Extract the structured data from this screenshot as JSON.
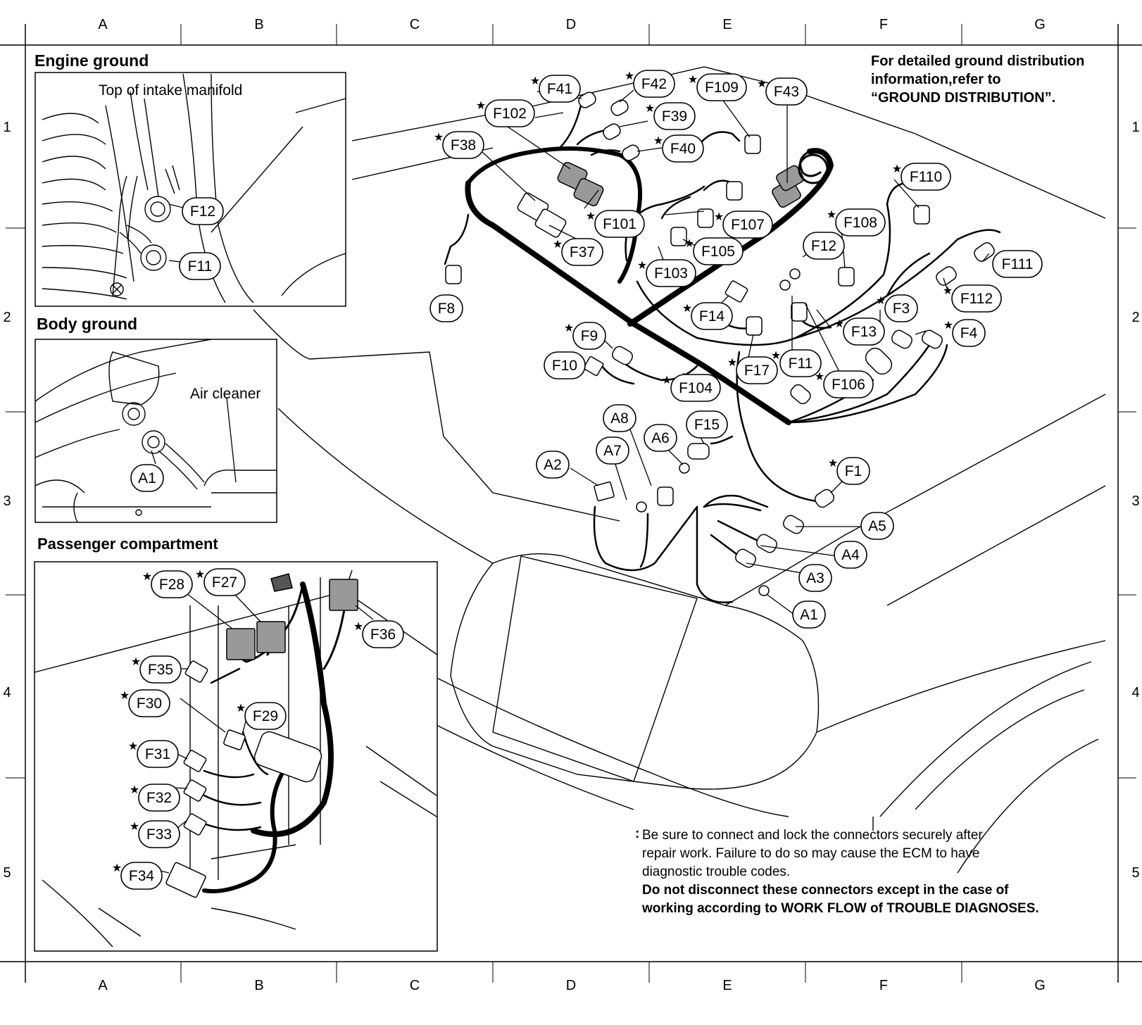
{
  "grid": {
    "columns": [
      "A",
      "B",
      "C",
      "D",
      "E",
      "F",
      "G"
    ],
    "rows": [
      "1",
      "2",
      "3",
      "4",
      "5"
    ]
  },
  "insets": {
    "engine_ground": {
      "title": "Engine ground",
      "caption": "Top of intake manifold"
    },
    "body_ground": {
      "title": "Body ground",
      "caption": "Air cleaner"
    },
    "passenger": {
      "title": "Passenger compartment"
    }
  },
  "reference_note": [
    "For detailed ground distribution",
    "information,refer to",
    "“GROUND DISTRIBUTION”."
  ],
  "footer_note": {
    "marker": ":",
    "lines": [
      "Be sure to connect and lock the connectors securely after",
      "repair work. Failure to do so may cause the ECM to have",
      "diagnostic trouble codes.",
      "Do not disconnect these connectors except in the case of",
      "working according to WORK FLOW of TROUBLE DIAGNOSES."
    ]
  },
  "connectors": {
    "F41": {
      "label": "F41",
      "star": true
    },
    "F42": {
      "label": "F42",
      "star": true
    },
    "F109": {
      "label": "F109",
      "star": true
    },
    "F43": {
      "label": "F43",
      "star": true
    },
    "F102": {
      "label": "F102",
      "star": true
    },
    "F39": {
      "label": "F39",
      "star": true
    },
    "F38": {
      "label": "F38",
      "star": true
    },
    "F40": {
      "label": "F40",
      "star": true
    },
    "F110": {
      "label": "F110",
      "star": true
    },
    "F101": {
      "label": "F101",
      "star": true
    },
    "F107": {
      "label": "F107",
      "star": true
    },
    "F108": {
      "label": "F108",
      "star": true
    },
    "F37": {
      "label": "F37",
      "star": true
    },
    "F105": {
      "label": "F105",
      "star": true
    },
    "F12": {
      "label": "F12",
      "star": false
    },
    "F111": {
      "label": "F111",
      "star": false
    },
    "F103": {
      "label": "F103",
      "star": true
    },
    "F112": {
      "label": "F112",
      "star": true
    },
    "F8": {
      "label": "F8",
      "star": false
    },
    "F14": {
      "label": "F14",
      "star": true
    },
    "F3": {
      "label": "F3",
      "star": true
    },
    "F9": {
      "label": "F9",
      "star": true
    },
    "F13": {
      "label": "F13",
      "star": true
    },
    "F4": {
      "label": "F4",
      "star": true
    },
    "F10": {
      "label": "F10",
      "star": false
    },
    "F17": {
      "label": "F17",
      "star": true
    },
    "F11": {
      "label": "F11",
      "star": true
    },
    "F104": {
      "label": "F104",
      "star": true
    },
    "F106": {
      "label": "F106",
      "star": true
    },
    "A8": {
      "label": "A8",
      "star": false
    },
    "F15": {
      "label": "F15",
      "star": false
    },
    "A6": {
      "label": "A6",
      "star": false
    },
    "A7": {
      "label": "A7",
      "star": false
    },
    "A2": {
      "label": "A2",
      "star": false
    },
    "F1": {
      "label": "F1",
      "star": true
    },
    "A5": {
      "label": "A5",
      "star": false
    },
    "A4": {
      "label": "A4",
      "star": false
    },
    "A3": {
      "label": "A3",
      "star": false
    },
    "A1": {
      "label": "A1",
      "star": false
    },
    "F12_inset": {
      "label": "F12",
      "star": false
    },
    "F11_inset": {
      "label": "F11",
      "star": false
    },
    "A1_inset": {
      "label": "A1",
      "star": false
    },
    "F28": {
      "label": "F28",
      "star": true
    },
    "F27": {
      "label": "F27",
      "star": true
    },
    "F36": {
      "label": "F36",
      "star": true
    },
    "F35": {
      "label": "F35",
      "star": true
    },
    "F30": {
      "label": "F30",
      "star": true
    },
    "F29": {
      "label": "F29",
      "star": true
    },
    "F31": {
      "label": "F31",
      "star": true
    },
    "F32": {
      "label": "F32",
      "star": true
    },
    "F33": {
      "label": "F33",
      "star": true
    },
    "F34": {
      "label": "F34",
      "star": true
    }
  }
}
